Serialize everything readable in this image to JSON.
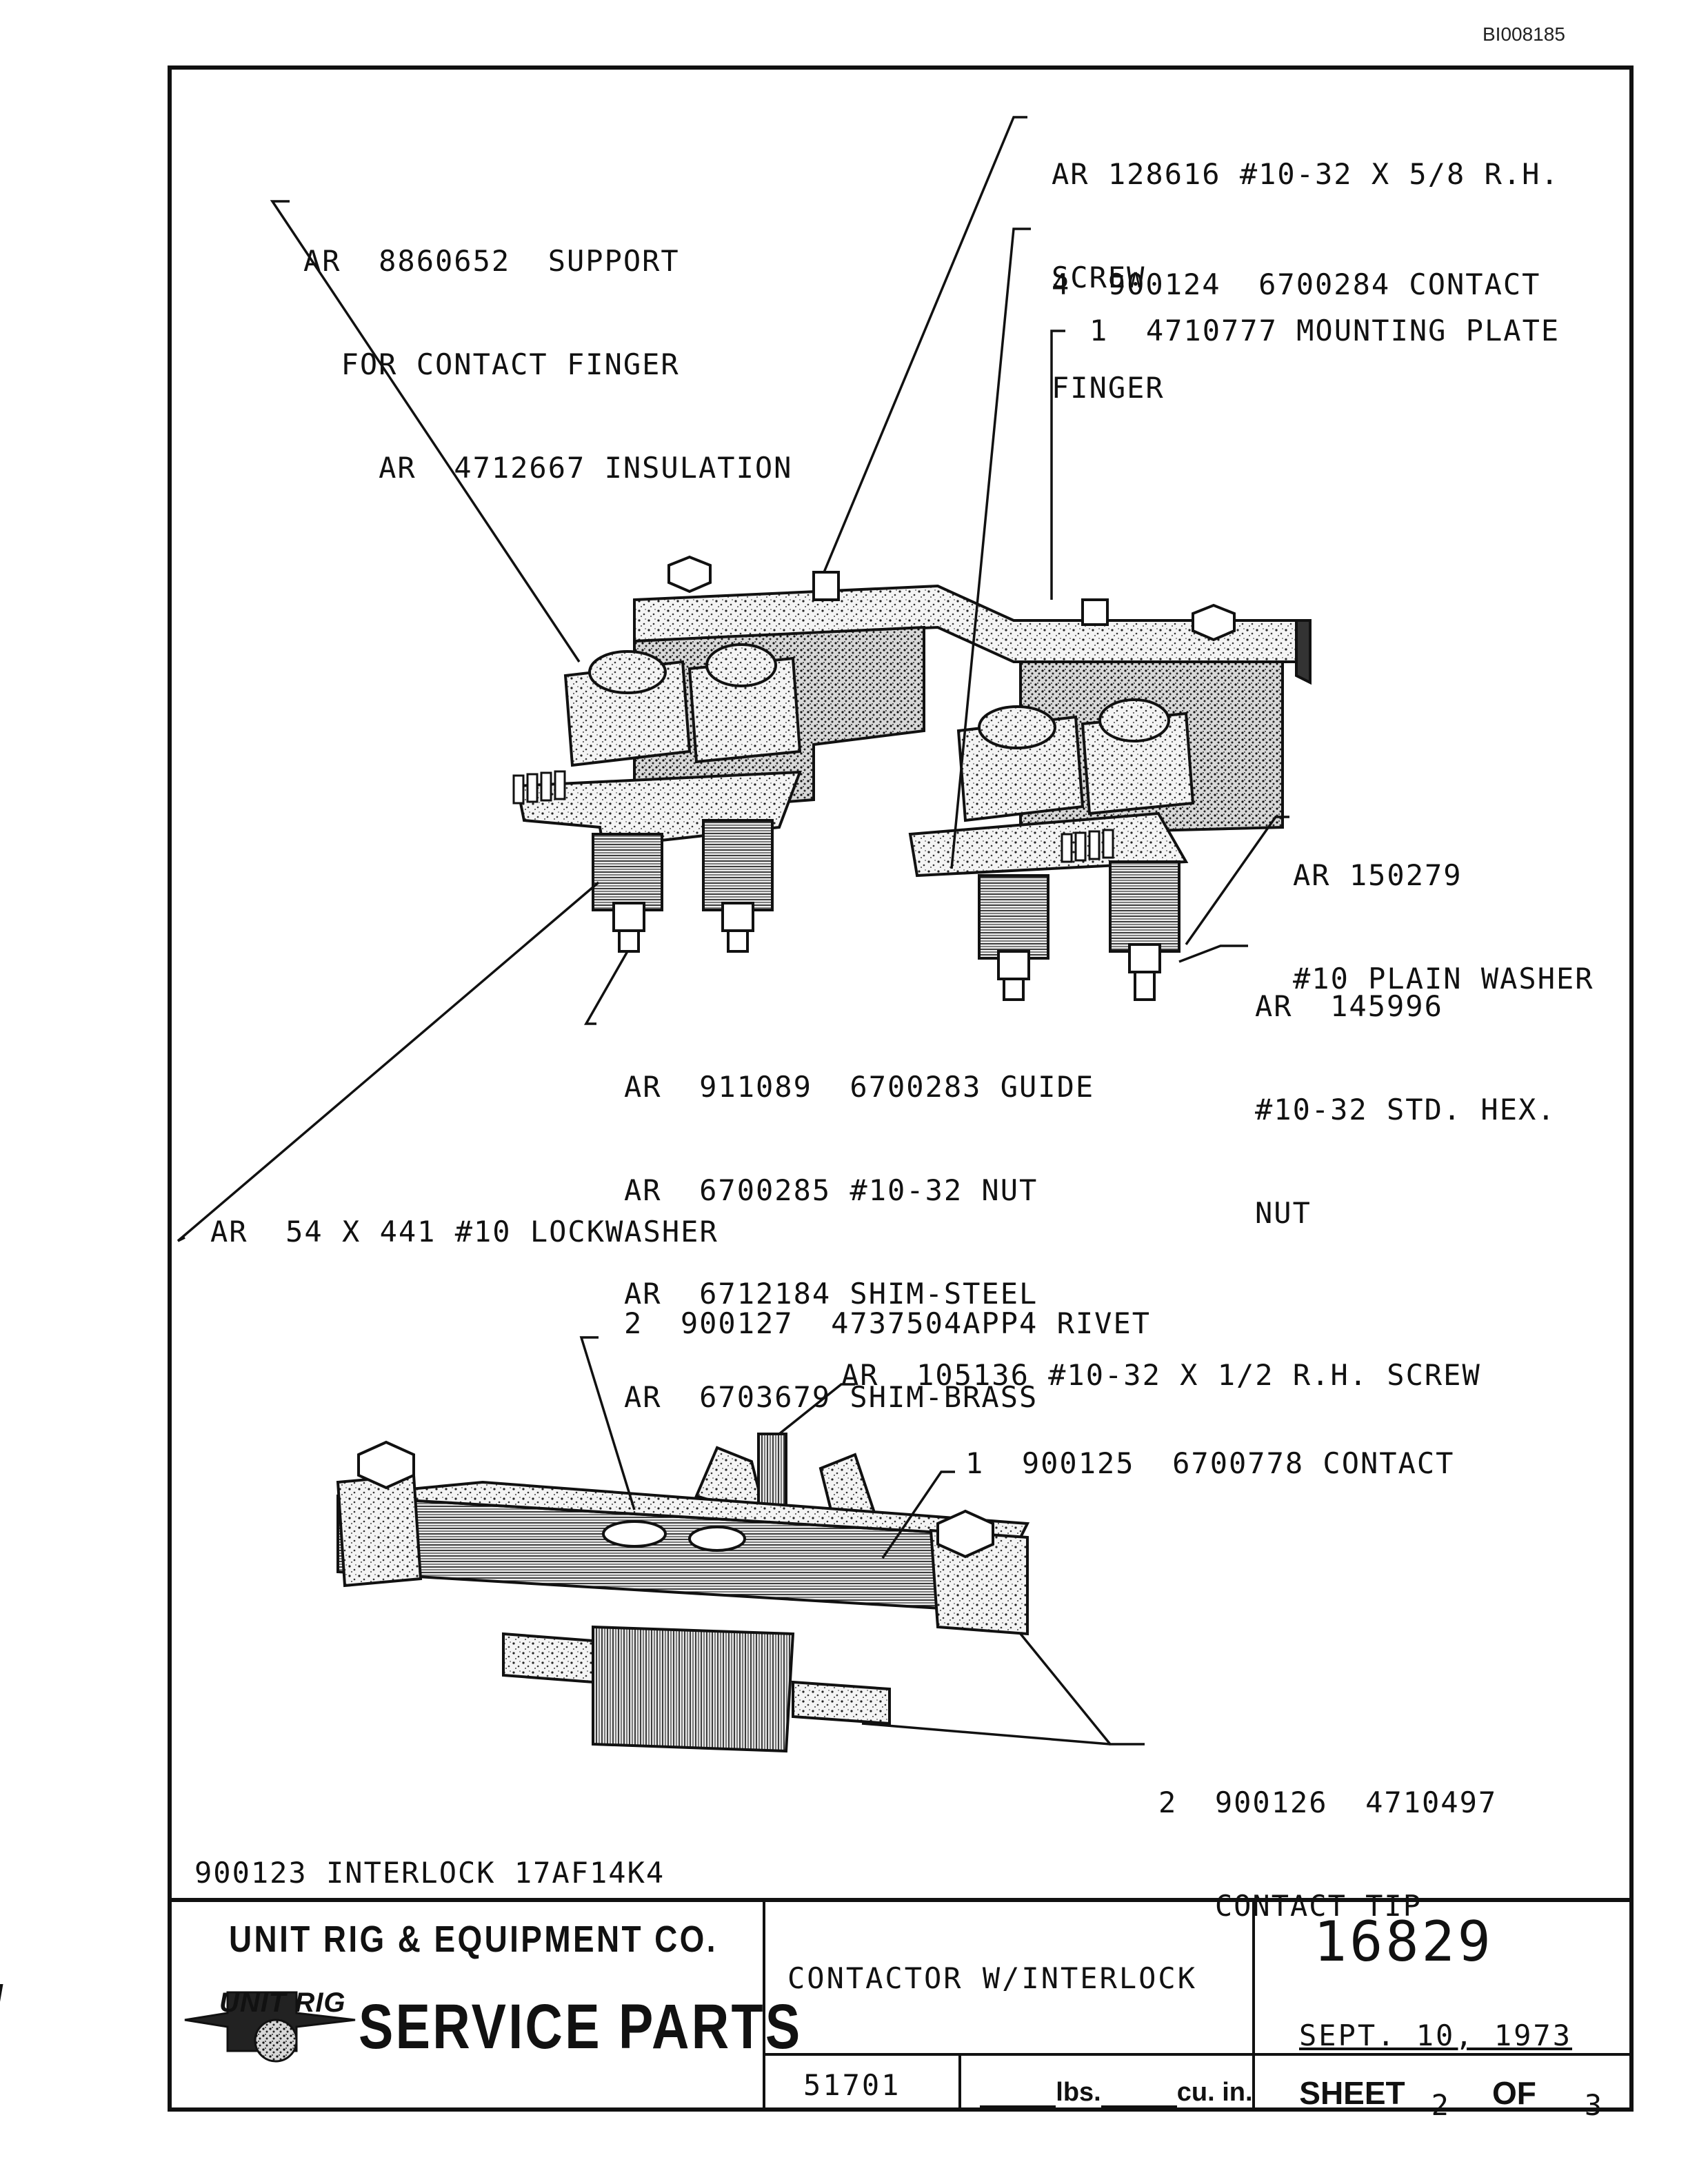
{
  "document_id": "BI008185",
  "callouts": {
    "screw_top": [
      "AR 128616 #10-32 X 5/8 R.H.",
      "SCREW"
    ],
    "support": [
      "AR  8860652  SUPPORT",
      "  FOR CONTACT FINGER",
      "    AR  4712667 INSULATION"
    ],
    "contact_finger": [
      "4  900124  6700284 CONTACT",
      "FINGER"
    ],
    "mounting_plate": "1  4710777 MOUNTING PLATE",
    "plain_washer": [
      "AR 150279",
      "#10 PLAIN WASHER"
    ],
    "hex_nut": [
      "AR  145996",
      "#10-32 STD. HEX.",
      "NUT"
    ],
    "guide_group": [
      "AR  911089  6700283 GUIDE",
      "AR  6700285 #10-32 NUT",
      "AR  6712184 SHIM-STEEL",
      "AR  6703679 SHIM-BRASS"
    ],
    "lockwasher": "AR  54 X 441 #10 LOCKWASHER",
    "rivet": "2  900127  4737504APP4 RIVET",
    "screw_half": "AR  105136 #10-32 X 1/2 R.H. SCREW",
    "contact": "1  900125  6700778 CONTACT",
    "contact_tip": [
      "2  900126  4710497",
      "   CONTACT TIP"
    ],
    "assembly": "900123 INTERLOCK 17AF14K4"
  },
  "title_block": {
    "company": "UNIT RIG & EQUIPMENT CO.",
    "logo_text": "UNIT RIG",
    "service_parts": "SERVICE PARTS",
    "description": "CONTACTOR W/INTERLOCK",
    "part_number": "16829",
    "date": "SEPT. 10, 1973",
    "code": "51701",
    "lbs": "lbs.",
    "cu_in": "cu. in.",
    "sheet_label": "SHEET",
    "sheet_number": "2",
    "of_label": "OF",
    "sheet_total": "3"
  }
}
